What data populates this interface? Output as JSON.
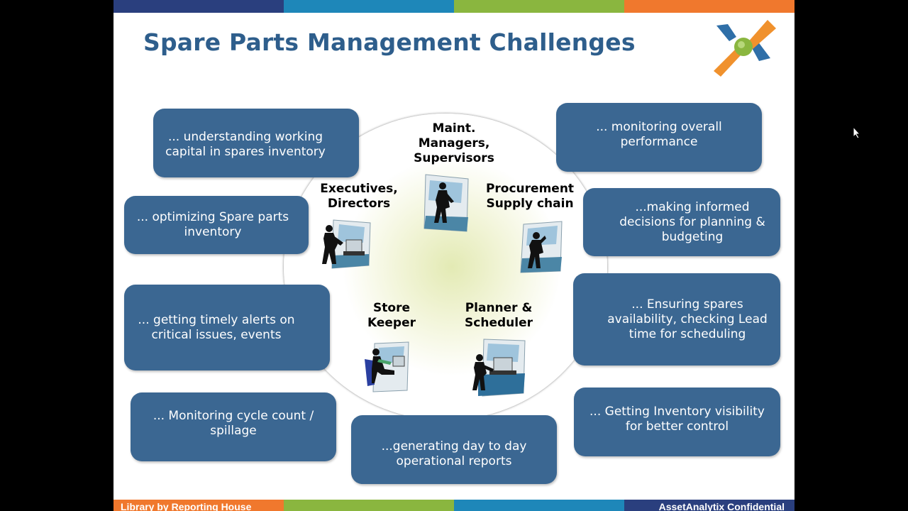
{
  "slide": {
    "title": "Spare Parts Management Challenges",
    "footer_left": "Library by Reporting House",
    "footer_right": "AssetAnalytix Confidential"
  },
  "colors": {
    "box_fill": "#3b6792",
    "title": "#2e5e8c",
    "top_bar": [
      "#2a3f7e",
      "#1e87b9",
      "#8ab63f",
      "#f0782d"
    ],
    "bottom_bar": [
      "#f0782d",
      "#8ab63f",
      "#1e87b9",
      "#2a3f7e"
    ]
  },
  "challenges": {
    "working_capital": "... understanding working capital in spares inventory",
    "monitoring_performance": "... monitoring overall performance",
    "optimizing_inventory": "... optimizing Spare parts inventory",
    "informed_decisions": "...making informed decisions for planning & budgeting",
    "timely_alerts": "... getting timely alerts on critical issues, events",
    "spares_availability": "... Ensuring spares availability, checking Lead time for scheduling",
    "cycle_count": "... Monitoring cycle count / spillage",
    "operational_reports": "...generating day to day operational reports",
    "inventory_visibility": "... Getting Inventory visibility for better control"
  },
  "roles": {
    "maint": "Maint.\nManagers,\nSupervisors",
    "executives": "Executives,\nDirectors",
    "procurement": "Procurement\nSupply chain",
    "store_keeper": "Store\nKeeper",
    "planner": "Planner &\nScheduler"
  },
  "icons": [
    "logo-x-icon",
    "person-at-window-icon",
    "person-at-computer-icon",
    "person-on-phone-icon",
    "person-seated-icon",
    "cursor-arrow-icon"
  ]
}
